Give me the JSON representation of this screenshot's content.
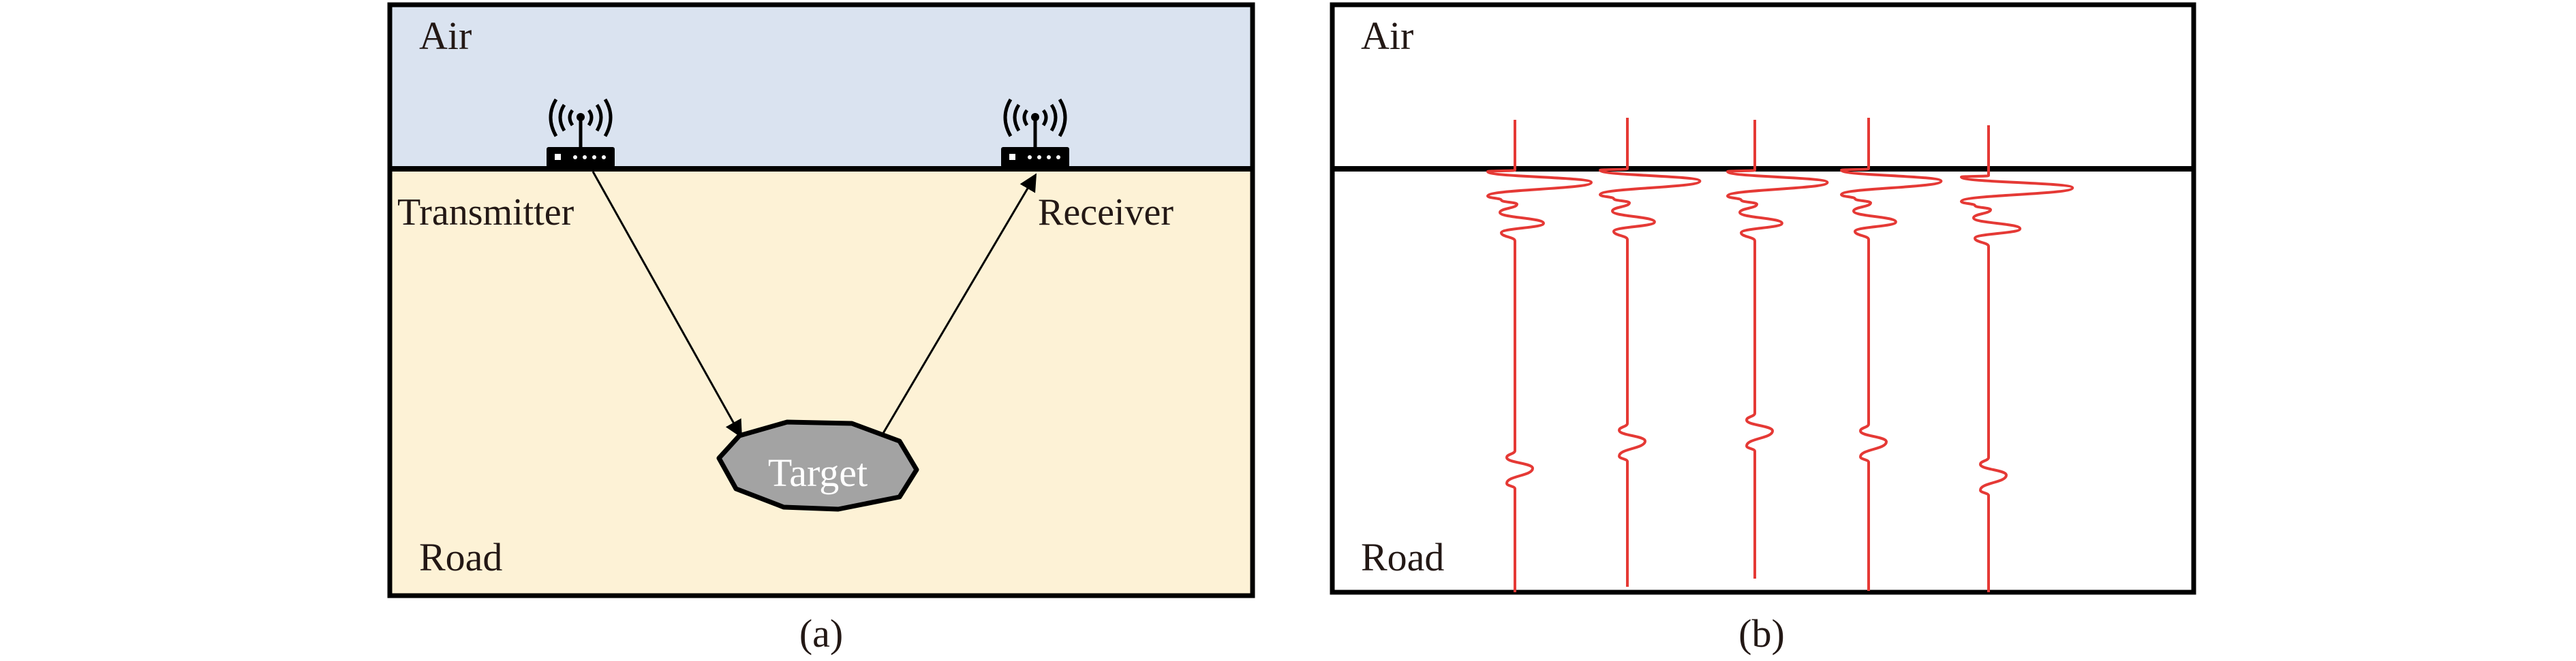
{
  "figure": {
    "panel_a": {
      "caption": "(a)",
      "air_label": "Air",
      "road_label": "Road",
      "transmitter_label": "Transmitter",
      "receiver_label": "Receiver",
      "target_label": "Target",
      "colors": {
        "air": "#DAE3F0",
        "road": "#FDF2D6",
        "target_fill": "#A3A3A3",
        "target_text": "#FFFFFF",
        "line": "#000000"
      }
    },
    "panel_b": {
      "caption": "(b)",
      "air_label": "Air",
      "road_label": "Road",
      "trace_color": "#E53935",
      "trace_count": 5
    }
  }
}
